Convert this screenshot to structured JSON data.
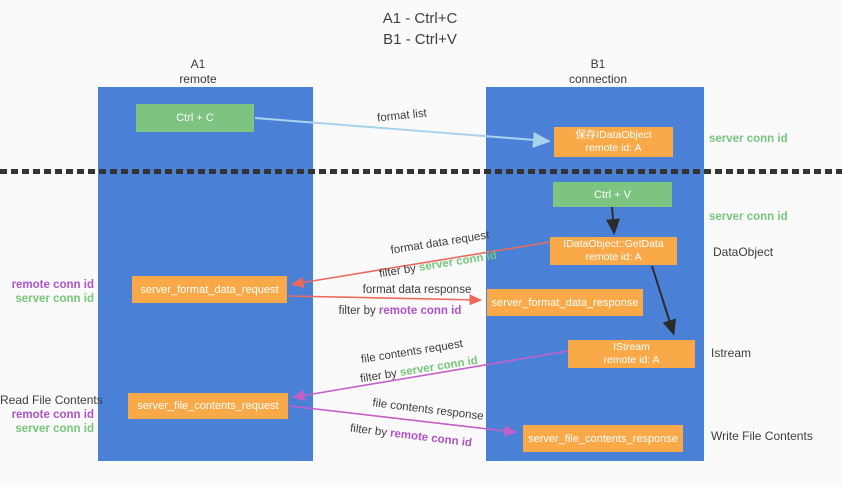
{
  "title": {
    "line1": "A1 - Ctrl+C",
    "line2": "B1 - Ctrl+V"
  },
  "lanes": {
    "a1": {
      "name": "A1",
      "role": "remote"
    },
    "b1": {
      "name": "B1",
      "role": "connection"
    }
  },
  "nodes": {
    "ctrl_c": {
      "label": "Ctrl + C"
    },
    "save_dataobject": {
      "line1": "保存IDataObject",
      "line2": "remote id: A"
    },
    "ctrl_v": {
      "label": "Ctrl + V"
    },
    "getdata": {
      "line1": "IDataObject::GetData",
      "line2": "remote id: A"
    },
    "format_request": {
      "label": "server_format_data_request"
    },
    "format_response": {
      "label": "server_format_data_response"
    },
    "istream": {
      "line1": "IStream",
      "line2": "remote id: A"
    },
    "file_request": {
      "label": "server_file_contents_request"
    },
    "file_response": {
      "label": "server_file_contents_response"
    }
  },
  "flow_labels": {
    "format_list": "format list",
    "format_data_request": "format data request",
    "format_data_request_filter": {
      "prefix": "filter by ",
      "key": "server conn id"
    },
    "format_data_response": "format data response",
    "format_data_response_filter": {
      "prefix": "filter by ",
      "key": "remote conn id"
    },
    "file_contents_request": "file contents request",
    "file_contents_request_filter": {
      "prefix": "filter by ",
      "key": "server conn id"
    },
    "file_contents_response": "file contents response",
    "file_contents_response_filter": {
      "prefix": "filter by ",
      "key": "remote conn id"
    }
  },
  "side_labels": {
    "right_server_conn_id_copy": "server conn id",
    "right_server_conn_id_paste": "server conn id",
    "right_dataobject": "DataObject",
    "right_istream": "Istream",
    "right_write_file_contents": "Write File Contents",
    "left_remote_conn_id_format": "remote conn id",
    "left_server_conn_id_format": "server conn id",
    "left_read_file_contents": "Read File Contents",
    "left_remote_conn_id_file": "remote conn id",
    "left_server_conn_id_file": "server conn id"
  },
  "colors": {
    "background": "#fafafa",
    "lane_blue": "#4a81d6",
    "box_green": "#7cc47f",
    "box_orange": "#f9a948",
    "arrow_blue": "#a9d2ee",
    "arrow_red": "#ec6a5c",
    "arrow_magenta": "#c55fc8",
    "arrow_black": "#2b2b2b",
    "label_green": "#76c77c",
    "label_purple": "#b052c8"
  }
}
